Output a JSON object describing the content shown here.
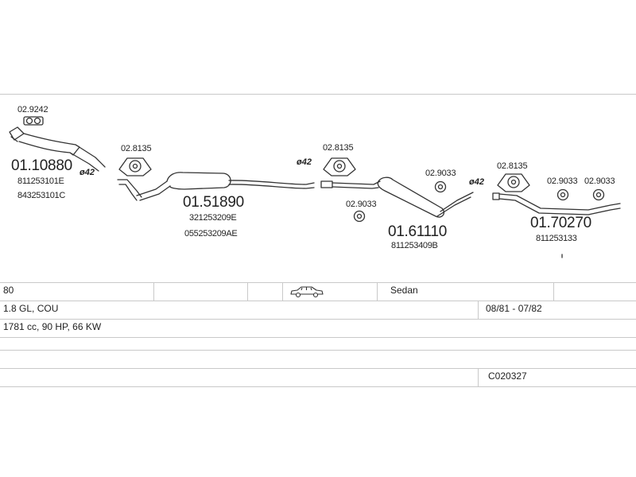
{
  "diagram": {
    "parts": [
      {
        "code": "01.10880",
        "oem": [
          "811253101E",
          "843253101C"
        ]
      },
      {
        "code": "01.51890",
        "oem": [
          "321253209E",
          "055253209AE"
        ]
      },
      {
        "code": "01.61110",
        "oem": [
          "811253409B"
        ]
      },
      {
        "code": "01.70270",
        "oem": [
          "811253133"
        ]
      }
    ],
    "accessories": [
      "02.9242",
      "02.8135",
      "02.8135",
      "02.9033",
      "02.9033",
      "02.8135",
      "02.9033",
      "02.9033"
    ],
    "diameters": [
      "ø42",
      "ø42",
      "ø42"
    ]
  },
  "table": {
    "model": "80",
    "body_type": "Sedan",
    "engine": "1.8 GL, COU",
    "years": "08/81 - 07/82",
    "specs": "1781 cc, 90 HP, 66 KW",
    "reference": "C020327"
  },
  "icons": {
    "vehicle": "sedan-car-icon",
    "gasket": "gasket-icon",
    "hanger": "rubber-hanger-icon",
    "clamp": "clamp-icon"
  }
}
